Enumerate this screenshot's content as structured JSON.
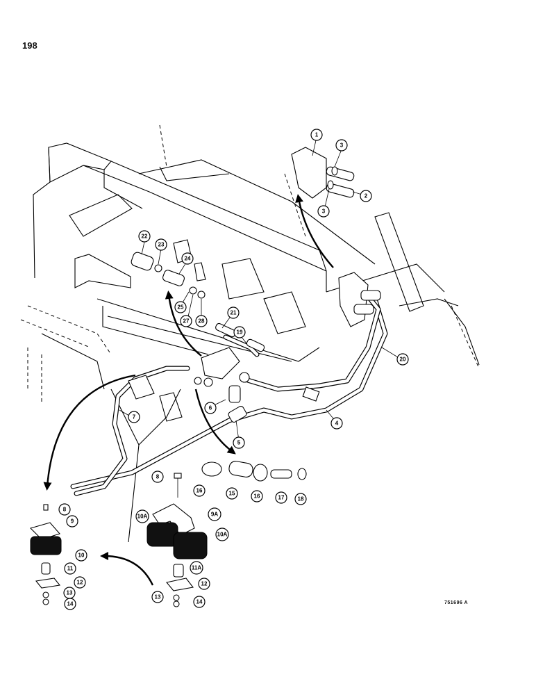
{
  "page_number": "198",
  "figure_code": "751696 A",
  "callouts": [
    {
      "id": "c1",
      "label": "1"
    },
    {
      "id": "c3a",
      "label": "3"
    },
    {
      "id": "c2",
      "label": "2"
    },
    {
      "id": "c3b",
      "label": "3"
    },
    {
      "id": "c22",
      "label": "22"
    },
    {
      "id": "c23",
      "label": "23"
    },
    {
      "id": "c24",
      "label": "24"
    },
    {
      "id": "c25",
      "label": "25"
    },
    {
      "id": "c27",
      "label": "27"
    },
    {
      "id": "c28",
      "label": "28"
    },
    {
      "id": "c21",
      "label": "21"
    },
    {
      "id": "c19",
      "label": "19"
    },
    {
      "id": "c20",
      "label": "20"
    },
    {
      "id": "c6",
      "label": "6"
    },
    {
      "id": "c7",
      "label": "7"
    },
    {
      "id": "c4",
      "label": "4"
    },
    {
      "id": "c5",
      "label": "5"
    },
    {
      "id": "c8a",
      "label": "8"
    },
    {
      "id": "c16a",
      "label": "16"
    },
    {
      "id": "c15",
      "label": "15"
    },
    {
      "id": "c16b",
      "label": "16"
    },
    {
      "id": "c17",
      "label": "17"
    },
    {
      "id": "c18",
      "label": "18"
    },
    {
      "id": "c8b",
      "label": "8"
    },
    {
      "id": "c9",
      "label": "9"
    },
    {
      "id": "c9a",
      "label": "9A"
    },
    {
      "id": "c10a",
      "label": "10A"
    },
    {
      "id": "c10ab",
      "label": "10A"
    },
    {
      "id": "c10",
      "label": "10"
    },
    {
      "id": "c11",
      "label": "11"
    },
    {
      "id": "c11a",
      "label": "11A"
    },
    {
      "id": "c12a",
      "label": "12"
    },
    {
      "id": "c12b",
      "label": "12"
    },
    {
      "id": "c13a",
      "label": "13"
    },
    {
      "id": "c14a",
      "label": "14"
    },
    {
      "id": "c13b",
      "label": "13"
    },
    {
      "id": "c14b",
      "label": "14"
    }
  ]
}
